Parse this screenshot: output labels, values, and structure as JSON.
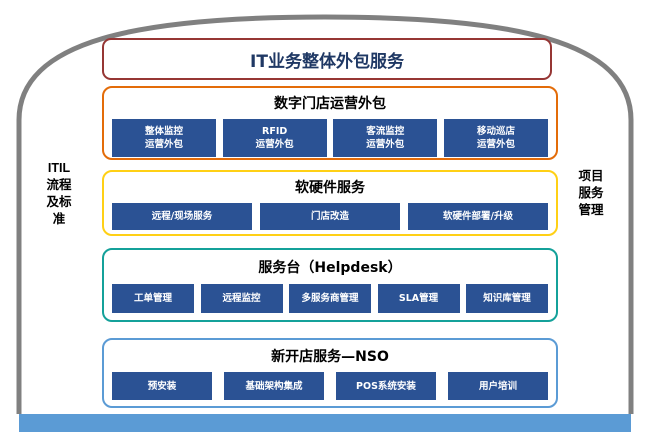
{
  "diagram": {
    "top_banner": {
      "label": "IT业务整体外包服务"
    },
    "side_labels": {
      "left": "ITIL 流程及标准",
      "right": "项目服务管理"
    },
    "sections": [
      {
        "id": "digital",
        "title": "数字门店运营外包",
        "accent": "#E36C09",
        "items": [
          {
            "line1": "整体监控",
            "line2": "运营外包"
          },
          {
            "line1": "RFID",
            "line2": "运营外包"
          },
          {
            "line1": "客流监控",
            "line2": "运营外包"
          },
          {
            "line1": "移动巡店",
            "line2": "运营外包"
          }
        ]
      },
      {
        "id": "sfhw",
        "title": "软硬件服务",
        "accent": "#FFD015",
        "items": [
          {
            "line1": "远程/现场服务",
            "line2": ""
          },
          {
            "line1": "门店改造",
            "line2": ""
          },
          {
            "line1": "软硬件部署/升级",
            "line2": ""
          }
        ]
      },
      {
        "id": "helpdesk",
        "title": "服务台（Helpdesk）",
        "accent": "#14A19A",
        "items": [
          {
            "line1": "工单管理",
            "line2": ""
          },
          {
            "line1": "远程监控",
            "line2": ""
          },
          {
            "line1": "多服务商管理",
            "line2": ""
          },
          {
            "line1": "SLA管理",
            "line2": ""
          },
          {
            "line1": "知识库管理",
            "line2": ""
          }
        ]
      },
      {
        "id": "nso",
        "title": "新开店服务—NSO",
        "accent": "#5B9BD5",
        "items": [
          {
            "line1": "预安装",
            "line2": ""
          },
          {
            "line1": "基础架构集成",
            "line2": ""
          },
          {
            "line1": "POS系统安装",
            "line2": ""
          },
          {
            "line1": "用户培训",
            "line2": ""
          }
        ]
      }
    ],
    "colors": {
      "frame": "#808080",
      "base_bar": "#5B9BD5",
      "chip": "#2B5294",
      "banner_border": "#963634",
      "banner_text": "#1F3864"
    }
  }
}
